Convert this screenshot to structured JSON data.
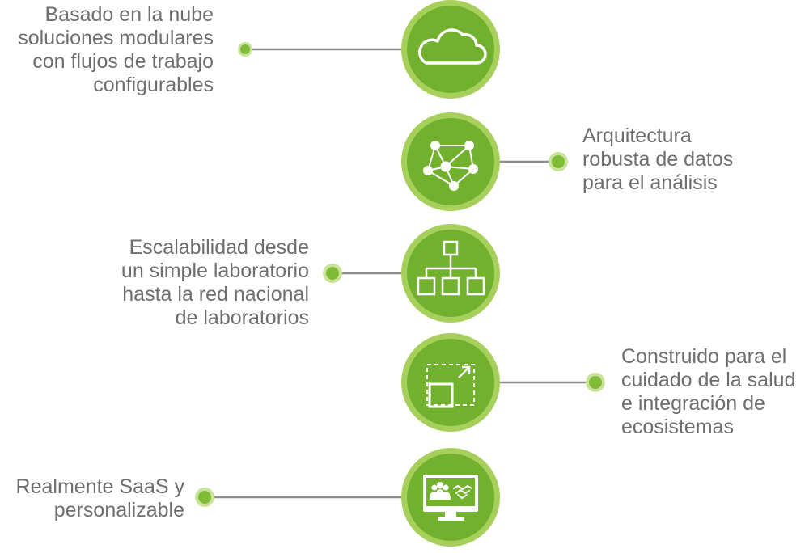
{
  "features": [
    {
      "label": "Basado en la nube\nsoluciones modulares\ncon flujos de trabajo\nconfigurables",
      "icon": "cloud-icon"
    },
    {
      "label": "Arquitectura\nrobusta de datos\npara el análisis",
      "icon": "network-icon"
    },
    {
      "label": "Escalabilidad desde\nun simple laboratorio\nhasta la red nacional\nde laboratorios",
      "icon": "hierarchy-icon"
    },
    {
      "label": "Construido para el\ncuidado de la salud\ne integración de\necosistemas",
      "icon": "expand-icon"
    },
    {
      "label": "Realmente SaaS y\npersonalizable",
      "icon": "monitor-users-icon"
    }
  ],
  "colors": {
    "circle_outer": "#a6cf5c",
    "circle_inner": "#72b12e",
    "connector_line": "#8a8c8e",
    "dot": "#7fbb37",
    "text": "#6d6e71"
  }
}
